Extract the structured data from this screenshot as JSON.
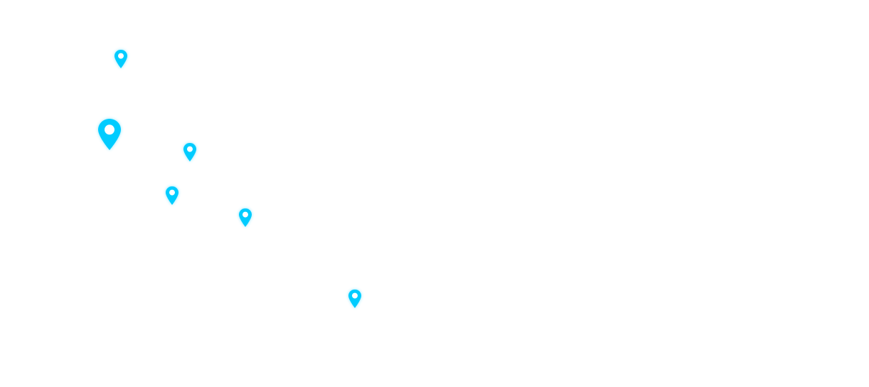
{
  "map": {
    "background_color": "#ffffff",
    "marker_color": "#00ccff",
    "marker_hole_color": "#ffffff",
    "marker_icon": "map-pin-icon",
    "markers": [
      {
        "id": "m1",
        "selected": false
      },
      {
        "id": "m2",
        "selected": true
      },
      {
        "id": "m3",
        "selected": false
      },
      {
        "id": "m4",
        "selected": false
      },
      {
        "id": "m5",
        "selected": false
      },
      {
        "id": "m6",
        "selected": false
      }
    ]
  }
}
